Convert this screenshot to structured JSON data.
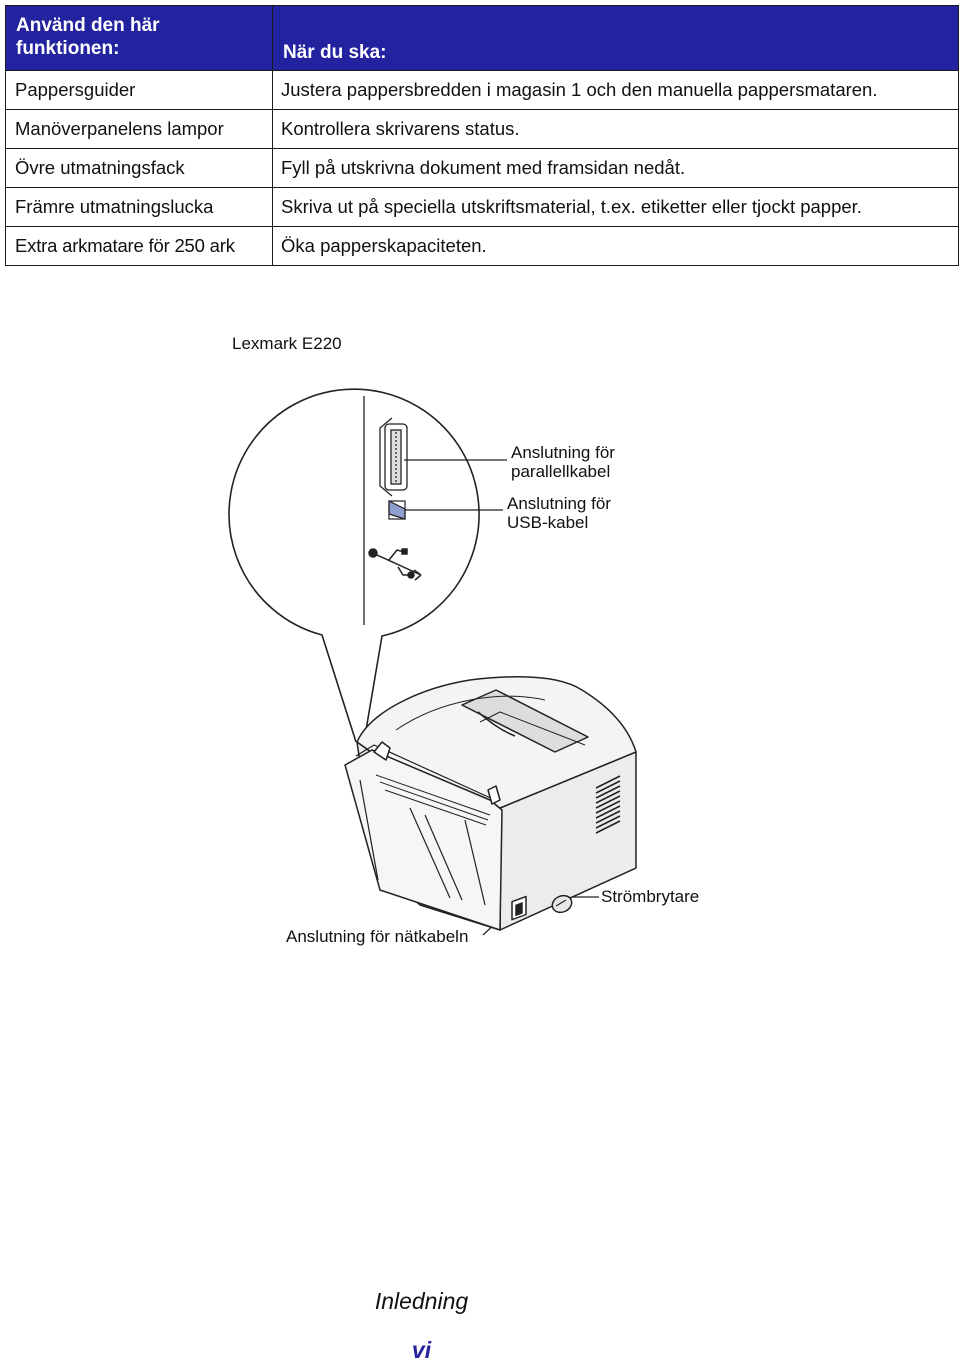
{
  "table": {
    "header_col1": "Använd den här funktionen:",
    "header_col2": "När du ska:",
    "rows": [
      {
        "feature": "Pappersguider",
        "purpose": "Justera pappersbredden i magasin 1 och den manuella pappersmataren."
      },
      {
        "feature": "Manöverpanelens lampor",
        "purpose": "Kontrollera skrivarens status."
      },
      {
        "feature": "Övre utmatningsfack",
        "purpose": "Fyll på utskrivna dokument med framsidan nedåt."
      },
      {
        "feature": "Främre utmatningslucka",
        "purpose": "Skriva ut på speciella utskriftsmaterial, t.ex. etiketter eller tjockt papper."
      },
      {
        "feature": "Extra arkmatare för 250 ark",
        "purpose": "Öka papperskapaciteten."
      }
    ]
  },
  "figure": {
    "model": "Lexmark E220",
    "callout_parallel_line1": "Anslutning för",
    "callout_parallel_line2": "parallellkabel",
    "callout_usb_line1": "Anslutning för",
    "callout_usb_line2": "USB-kabel",
    "callout_power_switch": "Strömbrytare",
    "callout_power_cable": "Anslutning för nätkabeln"
  },
  "footer": {
    "section_title": "Inledning",
    "page_number": "vi"
  },
  "colors": {
    "header_bg": "#2323a0",
    "page_number": "#2323a0",
    "usb_port": "#8f9fd0"
  }
}
